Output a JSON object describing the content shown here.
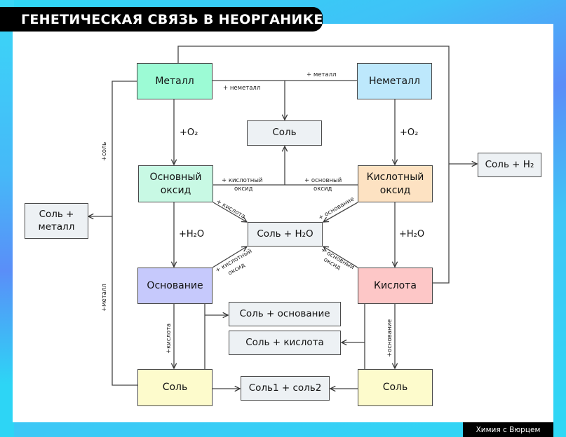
{
  "title": "ГЕНЕТИЧЕСКАЯ СВЯЗЬ В НЕОРГАНИКЕ",
  "footer": "Химия с Вюрцем",
  "colors": {
    "metal": "#9cfbd5",
    "nonmetal": "#bde8fc",
    "basic_oxide": "#c8f9e4",
    "acidic_oxide": "#fde2c2",
    "base": "#c6c9fc",
    "acid": "#fdc7c7",
    "salt": "#fdfbcc",
    "product": "#edf1f4"
  },
  "nodes": {
    "metal": "Металл",
    "nonmetal": "Неметалл",
    "salt_top": "Соль",
    "basic_oxide_l1": "Основный",
    "basic_oxide_l2": "оксид",
    "acidic_oxide_l1": "Кислотный",
    "acidic_oxide_l2": "оксид",
    "salt_water": "Соль + H₂O",
    "base": "Основание",
    "acid": "Кислота",
    "salt_base": "Соль + основание",
    "salt_acid": "Соль + кислота",
    "salt_left": "Соль",
    "salt_right": "Соль",
    "salt1_salt2": "Соль1 + соль2",
    "salt_metal_l1": "Соль +",
    "salt_metal_l2": "металл",
    "salt_h2": "Соль + H₂"
  },
  "edge_labels": {
    "plus_metal": "+ металл",
    "plus_nonmetal": "+ неметалл",
    "o2_left": "+O₂",
    "o2_right": "+O₂",
    "h2o_left": "+H₂O",
    "h2o_right": "+H₂O",
    "acidic_oxide_l1": "+ кислотный",
    "acidic_oxide_l2": "оксид",
    "basic_oxide_l1": "+ основный",
    "basic_oxide_l2": "оксид",
    "plus_acid_diag": "+ кислота",
    "plus_base_diag": "+ основание",
    "acidic_oxide_diag_l1": "+ кислотный",
    "acidic_oxide_diag_l2": "оксид",
    "basic_oxide_diag_l1": "+ основный",
    "basic_oxide_diag_l2": "оксид",
    "plus_salt": "+соль",
    "plus_metal_vert": "+металл",
    "plus_acid_vert": "+кислота",
    "plus_base_vert": "+основание"
  }
}
